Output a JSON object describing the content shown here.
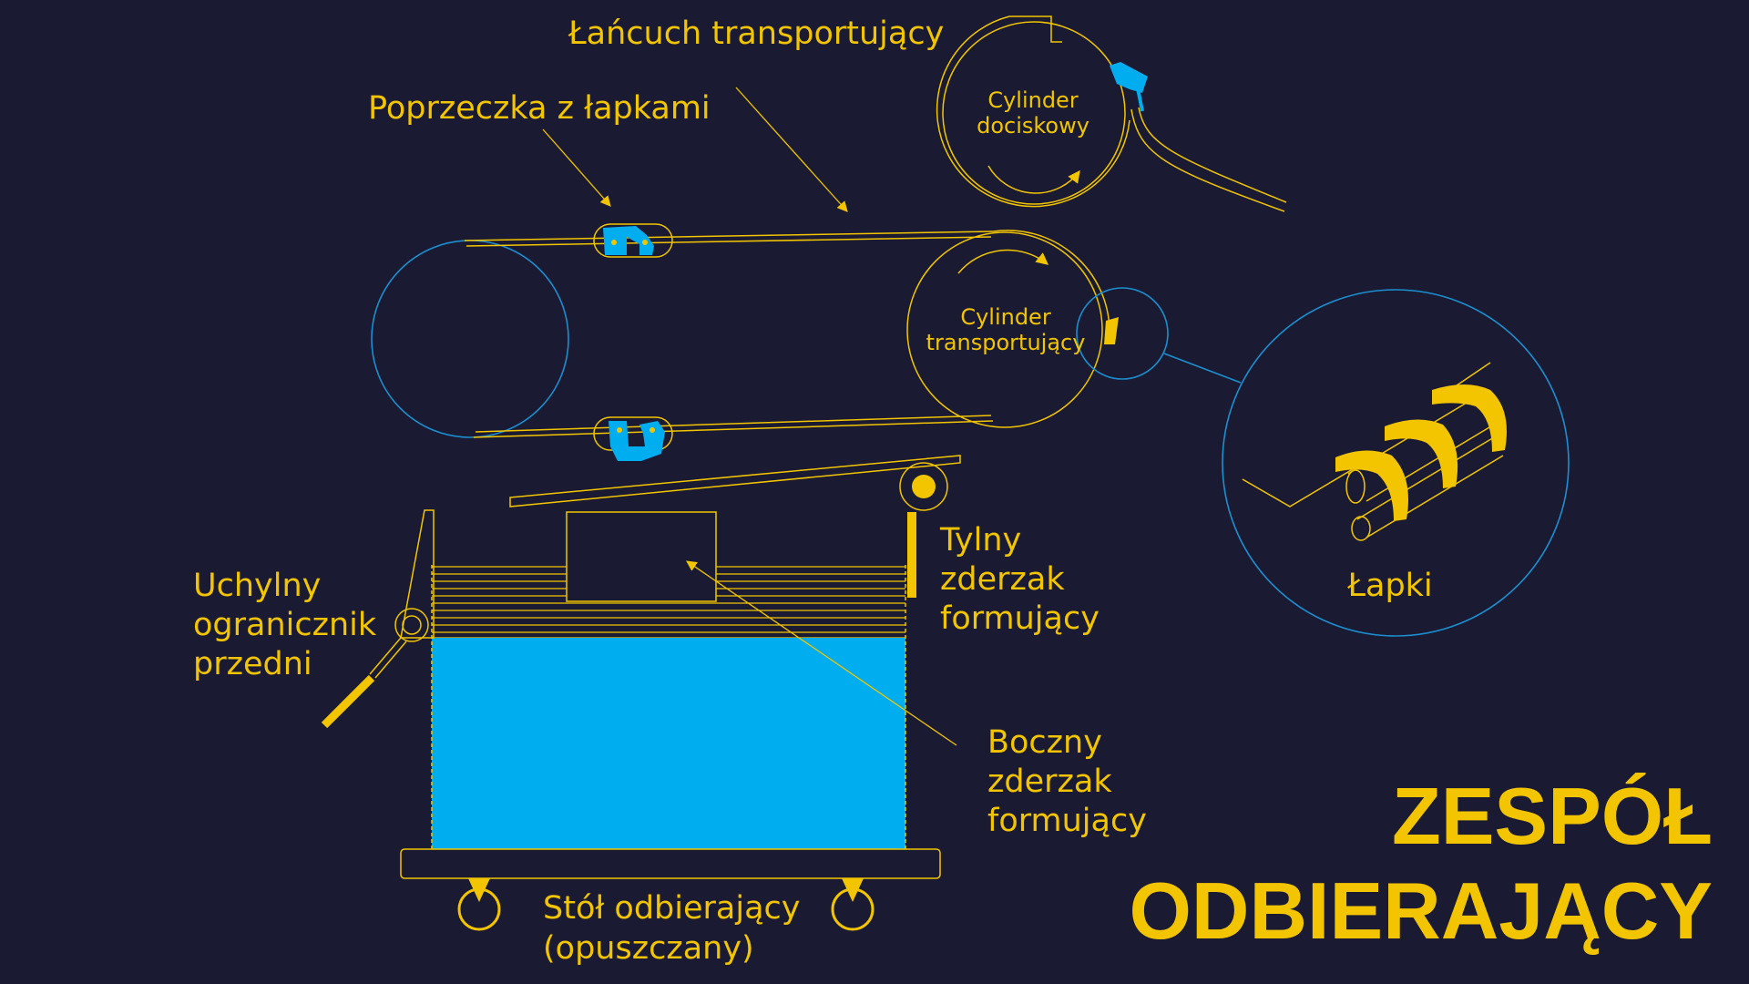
{
  "colors": {
    "background": "#1b1a33",
    "yellow": "#f2c500",
    "blue": "#00aeef",
    "outline_blue": "#1b8fd0"
  },
  "labels": {
    "chain": "Łańcuch transportujący",
    "crossbar": "Poprzeczka z łapkami",
    "press_cyl_1": "Cylinder",
    "press_cyl_2": "dociskowy",
    "trans_cyl_1": "Cylinder",
    "trans_cyl_2": "transportujący",
    "lapki": "Łapki",
    "rear_stop_1": "Tylny",
    "rear_stop_2": "zderzak",
    "rear_stop_3": "formujący",
    "front_limit_1": "Uchylny",
    "front_limit_2": "ogranicznik",
    "front_limit_3": "przedni",
    "side_stop_1": "Boczny",
    "side_stop_2": "zderzak",
    "side_stop_3": "formujący",
    "table_1": "Stół odbierający",
    "table_2": "(opuszczany)"
  },
  "title": {
    "line1": "ZESPÓŁ",
    "line2": "ODBIERAJĄCY"
  }
}
